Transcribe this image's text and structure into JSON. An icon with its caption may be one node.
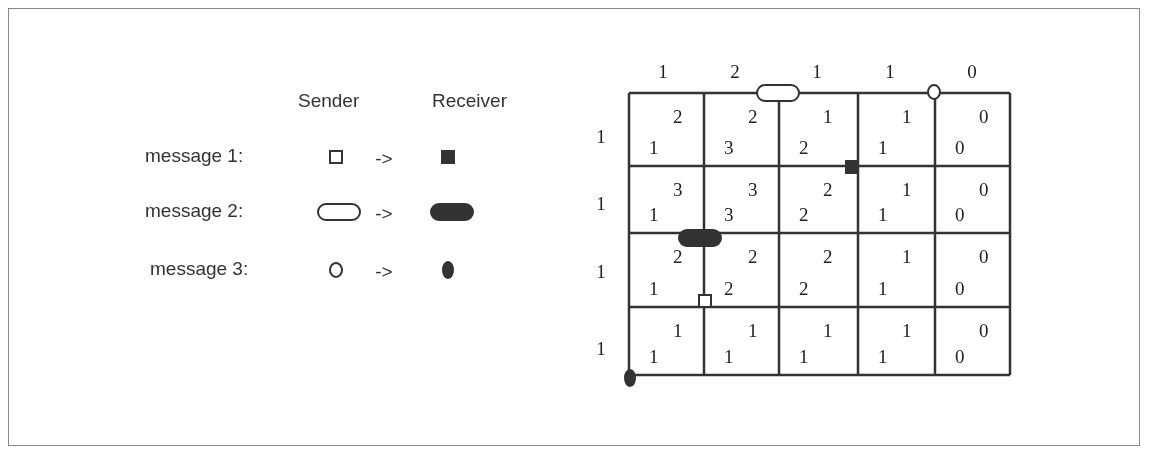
{
  "diagram": {
    "labels": [
      "Sender",
      "Receiver",
      "->",
      "->",
      "->",
      "1",
      "2",
      "1",
      "1",
      "0",
      "1",
      "1",
      "2",
      "3",
      "2",
      "2",
      "1",
      "1",
      "1",
      "0",
      "0",
      "1",
      "1",
      "3",
      "3",
      "3",
      "2",
      "2",
      "1",
      "1",
      "0",
      "0",
      "1",
      "1",
      "2",
      "2",
      "2",
      "2",
      "2",
      "1",
      "1",
      "0",
      "0",
      "1",
      "1",
      "1",
      "1",
      "1",
      "1",
      "1",
      "1",
      "1",
      "0",
      "0"
    ],
    "legend": [
      {
        "text": "message 1:"
      },
      {
        "text": "message 2:"
      },
      {
        "text": "message 3:"
      }
    ]
  }
}
